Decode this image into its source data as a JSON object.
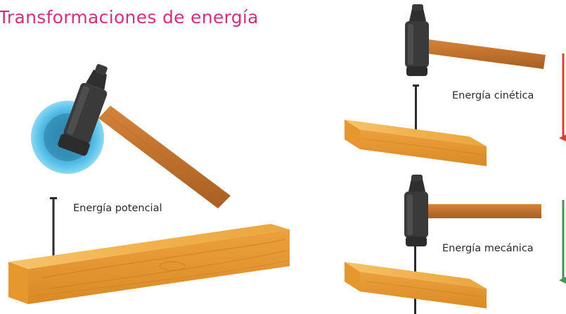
{
  "title": "Transformaciones de energía",
  "labels": {
    "potential": "Energía potencial",
    "kinetic": "Energía cinética",
    "mechanical": "Energía mecánica"
  },
  "colors": {
    "title": "#d1307e",
    "wood": "#f2b14d",
    "wood_side": "#d98a26",
    "handle": "#c0702a",
    "hammer_head": "#3a3a3a",
    "glow": "#5cc3ea",
    "arrow_kinetic": "#d9422e",
    "arrow_mechanical": "#3f9a4f"
  },
  "icons": [
    "hammer-icon",
    "nail-icon",
    "wood-plank-icon",
    "energy-glow-icon",
    "arrow-icon"
  ]
}
